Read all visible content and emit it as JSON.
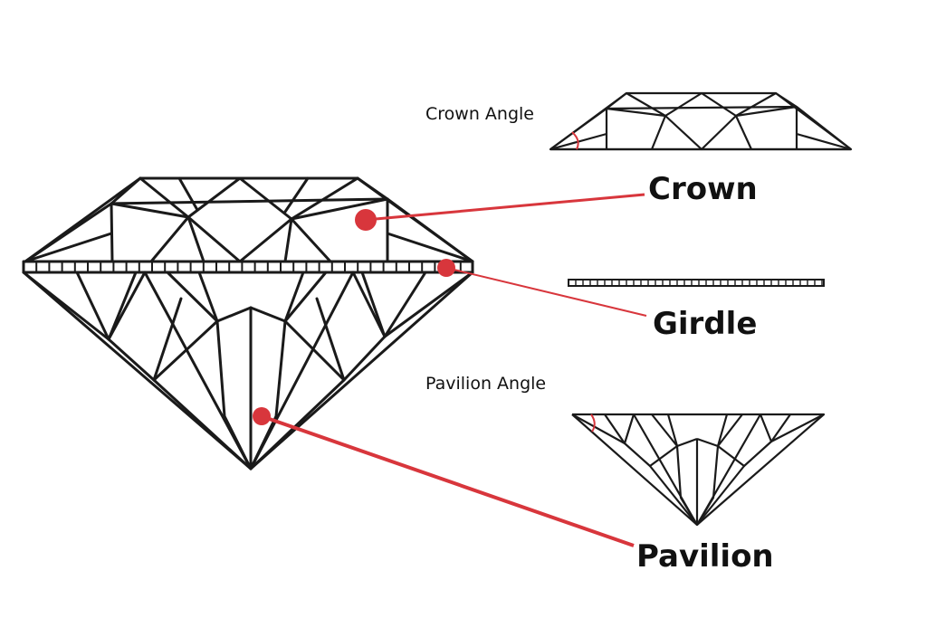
{
  "labels": {
    "crown": "Crown",
    "girdle": "Girdle",
    "pavilion": "Pavilion",
    "crown_angle": "Crown Angle",
    "pavilion_angle": "Pavilion Angle"
  },
  "colors": {
    "outline": "#1a1a1a",
    "pointer": "#d8363c",
    "background": "#ffffff"
  }
}
